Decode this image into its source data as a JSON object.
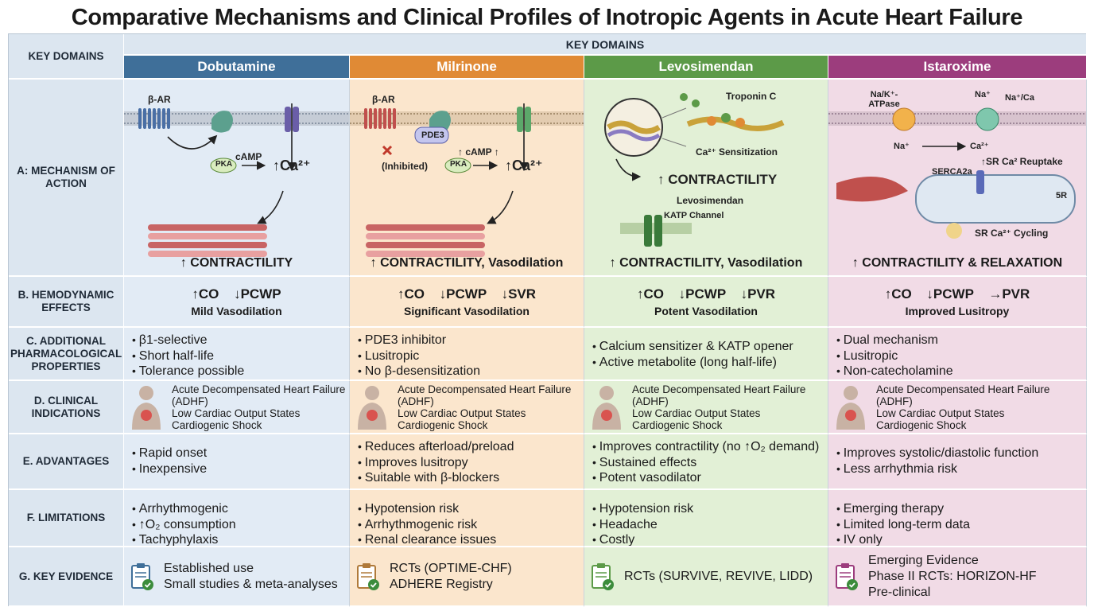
{
  "title": "Comparative Mechanisms and Clinical Profiles of Inotropic Agents in Acute Heart Failure",
  "header": {
    "key_domains_left": "KEY DOMAINS",
    "key_domains_top": "KEY DOMAINS"
  },
  "drugs": [
    "Dobutamine",
    "Milrinone",
    "Levosimendan",
    "Istaroxime"
  ],
  "colors": {
    "dobutamine": "#3f6f99",
    "milrinone": "#e08a35",
    "levosimendan": "#5c9a48",
    "istaroxime": "#9c3d7d"
  },
  "rows": {
    "a": "A: MECHANISM OF ACTION",
    "b": "B. HEMODYNAMIC EFFECTS",
    "c": "C. ADDITIONAL PHARMACOLOGICAL PROPERTIES",
    "d": "D. CLINICAL INDICATIONS",
    "e": "E. ADVANTAGES",
    "f": "F. LIMITATIONS",
    "g": "G. KEY EVIDENCE"
  },
  "mechanism": {
    "dobutamine": {
      "receptor": "β-AR",
      "camp": "cAMP",
      "pka": "PKA",
      "ca": "↑Ca²⁺",
      "result": "↑ CONTRACTILITY"
    },
    "milrinone": {
      "receptor": "β-AR",
      "pde3": "PDE3",
      "inhibited": "(Inhibited)",
      "camp": "↑ cAMP ↑",
      "pka": "PKA",
      "ca": "↑Ca²⁺",
      "result": "↑ CONTRACTILITY, Vasodilation"
    },
    "levosimendan": {
      "troponin": "Troponin C",
      "sensitization": "Ca²⁺ Sensitization",
      "contractility": "↑ CONTRACTILITY",
      "drug": "Levosimendan",
      "channel": "KATP Channel",
      "result": "↑ CONTRACTILITY, Vasodilation"
    },
    "istaroxime": {
      "pump": "Na/K⁺- ATPase",
      "na1": "Na⁺",
      "naca": "Na⁺/Ca",
      "na2": "Na⁺",
      "ca": "Ca²⁺",
      "serca": "SERCA2a",
      "reuptake": "↑SR Ca² Reuptake",
      "sr": "5R",
      "cycling": "SR Ca²⁺ Cycling",
      "result": "↑ CONTRACTILITY & RELAXATION"
    }
  },
  "hemodynamic": {
    "dobutamine": {
      "effects": "↑CO ↓PCWP",
      "note": "Mild Vasodilation"
    },
    "milrinone": {
      "effects": "↑CO ↓PCWP ↓SVR",
      "note": "Significant Vasodilation"
    },
    "levosimendan": {
      "effects": "↑CO ↓PCWP ↓PVR",
      "note": "Potent Vasodilation"
    },
    "istaroxime": {
      "effects": "↑CO ↓PCWP →PVR",
      "note": "Improved Lusitropy"
    }
  },
  "properties": {
    "dobutamine": [
      "β1-selective",
      "Short half-life",
      "Tolerance possible"
    ],
    "milrinone": [
      "PDE3 inhibitor",
      "Lusitropic",
      "No β-desensitization"
    ],
    "levosimendan": [
      "Calcium sensitizer & KATP opener",
      "Active metabolite (long half-life)"
    ],
    "istaroxime": [
      "Dual mechanism",
      "Lusitropic",
      "Non-catecholamine"
    ]
  },
  "indications": {
    "line1": "Acute Decompensated Heart Failure",
    "line2": "(ADHF)",
    "line3": "Low Cardiac Output States",
    "line4": "Cardiogenic Shock"
  },
  "advantages": {
    "dobutamine": [
      "Rapid onset",
      "Inexpensive"
    ],
    "milrinone": [
      "Reduces afterload/preload",
      "Improves lusitropy",
      "Suitable with β-blockers"
    ],
    "levosimendan": [
      "Improves contractility (no ↑O₂ demand)",
      "Sustained effects",
      "Potent vasodilator"
    ],
    "istaroxime": [
      "Improves systolic/diastolic function",
      "Less arrhythmia risk"
    ]
  },
  "limitations": {
    "dobutamine": [
      "Arrhythmogenic",
      "↑O₂ consumption",
      "Tachyphylaxis"
    ],
    "milrinone": [
      "Hypotension risk",
      "Arrhythmogenic risk",
      "Renal clearance issues"
    ],
    "levosimendan": [
      "Hypotension risk",
      "Headache",
      "Costly"
    ],
    "istaroxime": [
      "Emerging therapy",
      "Limited long-term data",
      "IV only"
    ]
  },
  "evidence": {
    "dobutamine": [
      "Established use",
      "Small studies & meta-analyses"
    ],
    "milrinone": [
      "RCTs (OPTIME-CHF)",
      "ADHERE Registry"
    ],
    "levosimendan": [
      "RCTs (SURVIVE, REVIVE, LIDD)"
    ],
    "istaroxime": [
      "Emerging Evidence",
      "Phase II RCTs: HORIZON-HF",
      "Pre-clinical"
    ]
  }
}
